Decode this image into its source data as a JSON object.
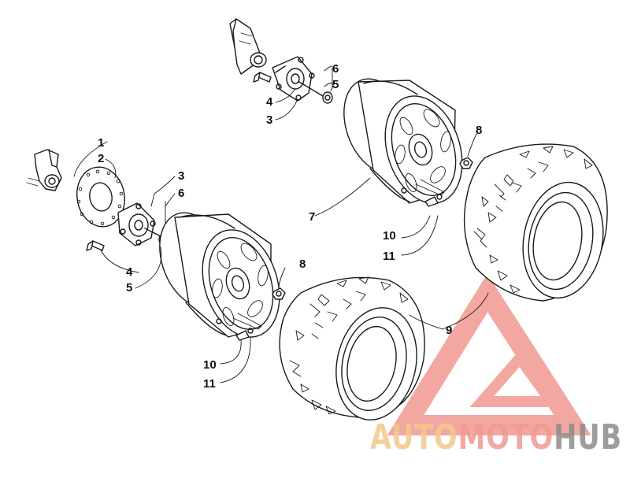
{
  "callouts": [
    "1",
    "2",
    "3",
    "4",
    "5",
    "6",
    "7",
    "8",
    "9",
    "10",
    "11"
  ],
  "watermark": {
    "part1": "AUTO",
    "part2": "MOTO",
    "part3": "HUB",
    "color1": "#f3c98a",
    "color2": "#f29a93",
    "color3": "#8c8c8c",
    "logo_color": "#f08a82"
  }
}
